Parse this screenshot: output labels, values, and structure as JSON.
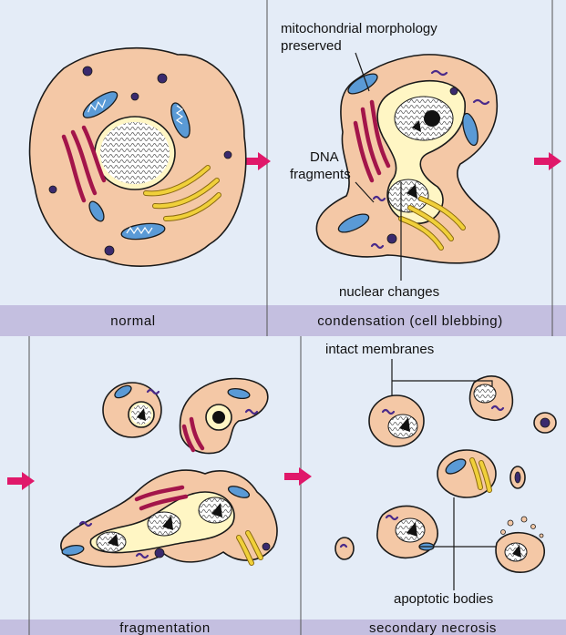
{
  "panels": [
    {
      "caption": "normal"
    },
    {
      "caption": "condensation (cell blebbing)"
    },
    {
      "caption": "fragmentation"
    },
    {
      "caption": "secondary necrosis"
    }
  ],
  "labels": {
    "mito_line1": "mitochondrial morphology",
    "mito_line2": "preserved",
    "dna_line1": "DNA",
    "dna_line2": "fragments",
    "nuclear_changes": "nuclear changes",
    "intact_membranes": "intact membranes",
    "apoptotic_bodies": "apoptotic bodies"
  },
  "colors": {
    "panel_background": "#e4ecf7",
    "caption_bar": "#c4bfe0",
    "cell_cytoplasm": "#f4c8a6",
    "arrow": "#e0186a",
    "mitochondria": "#5a9ad6",
    "endoplasmic_reticulum": "#a3154a",
    "golgi": "#f0d03a",
    "nucleus": "#fff6c4"
  }
}
